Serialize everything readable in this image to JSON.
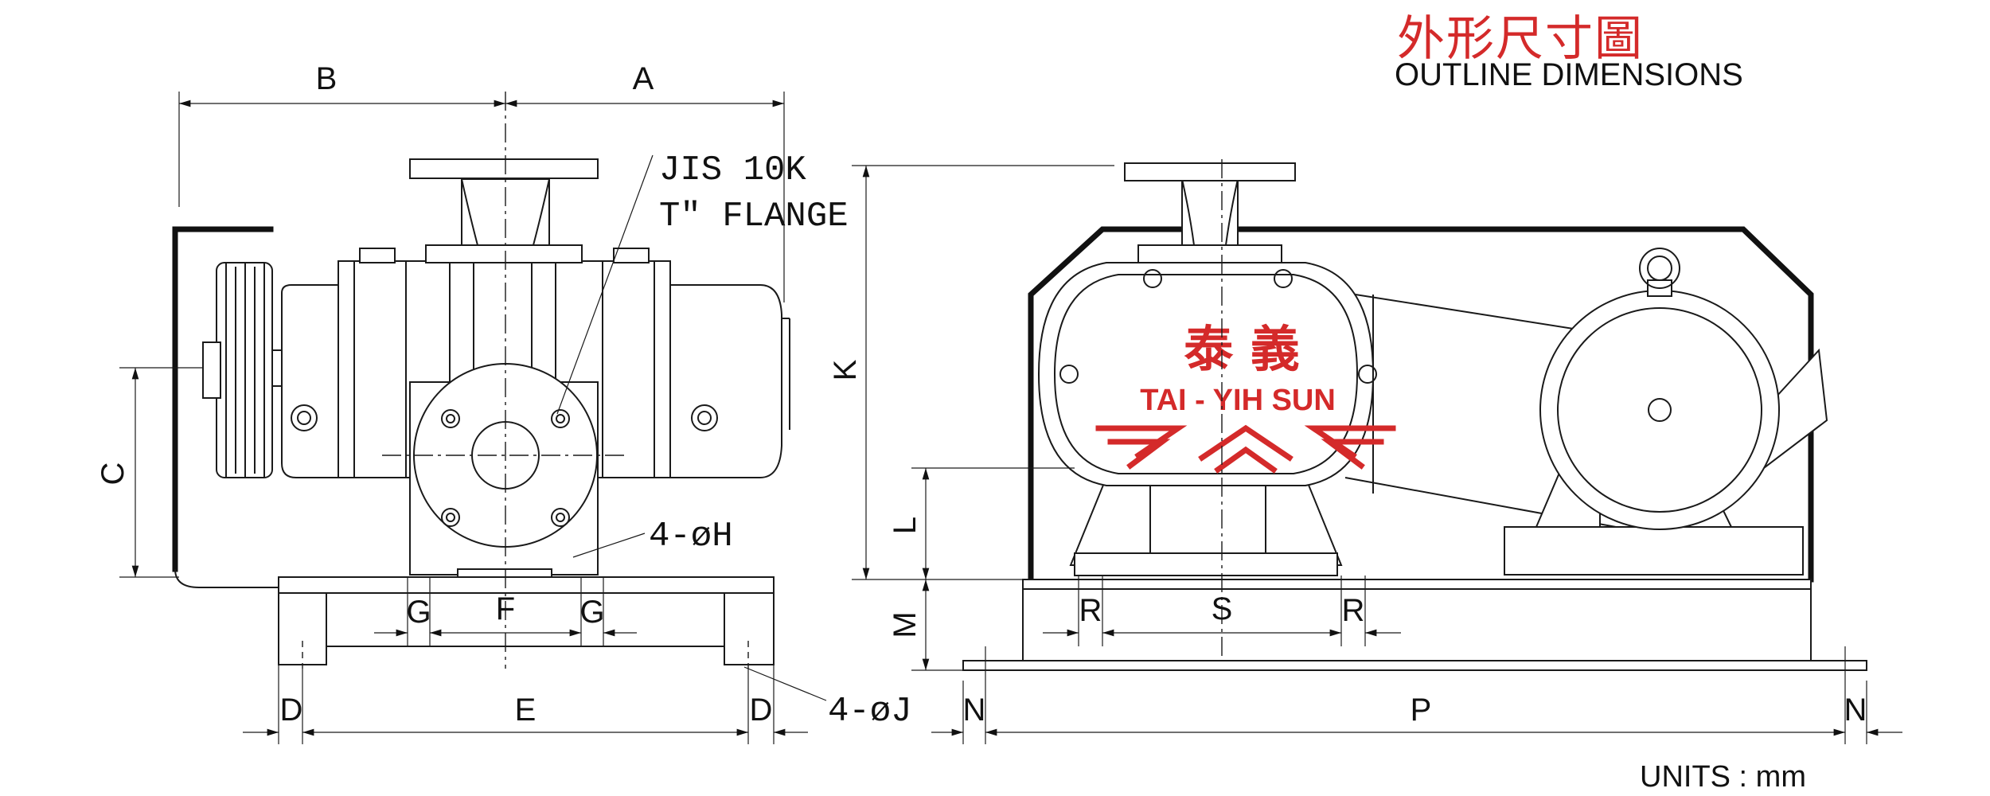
{
  "title": {
    "chinese": "外形尺寸圖",
    "english": "OUTLINE DIMENSIONS"
  },
  "units_label": "UNITS : mm",
  "colors": {
    "accent_red": "#d42a2a",
    "line": "#1a1a1a",
    "background": "#ffffff"
  },
  "front_view": {
    "flange_note_line1": "JIS 10K",
    "flange_note_line2": "T″ FLANGE",
    "bolt_holes_label": "4-øH",
    "anchor_holes_label": "4-øJ",
    "dimensions": {
      "A": "A",
      "B": "B",
      "C": "C",
      "D": "D",
      "E": "E",
      "F": "F",
      "G": "G"
    }
  },
  "side_view": {
    "brand_cn": "泰  義",
    "brand_en": "TAI - YIH SUN",
    "dimensions": {
      "K": "K",
      "L": "L",
      "M": "M",
      "N": "N",
      "P": "P",
      "R": "R",
      "S": "S"
    }
  }
}
